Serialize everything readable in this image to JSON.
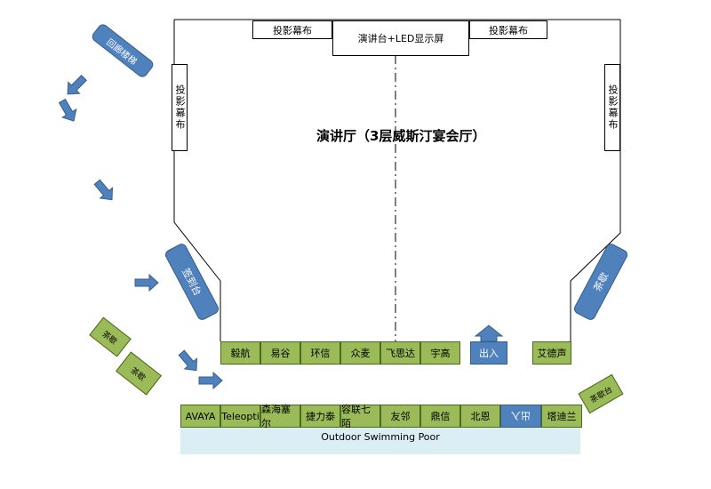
{
  "hall": {
    "title": "演讲厅（3层威斯汀宴会厅）",
    "stage": "演讲台+LED显示屏",
    "screen_top_left": "投影幕布",
    "screen_top_right": "投影幕布",
    "screen_left": "投影幕布",
    "screen_right": "投影幕布"
  },
  "desks": {
    "checkin": "签到台",
    "tea": "茶歇",
    "stairs": "回廊楼梯",
    "tea_left_1": "茶歇",
    "tea_left_2": "茶歇",
    "tea_right": "茶歇台"
  },
  "booths_row1": [
    "毅航",
    "易谷",
    "环信",
    "众麦",
    "飞思达",
    "宇高"
  ],
  "booths_row1_right": "艾德声",
  "entrance": "出入",
  "booths_row2": [
    "AVAYA",
    "Teleopti",
    "森海塞尔",
    "捷力泰",
    "容联七陌",
    "友邻",
    "鼎信",
    "北恩"
  ],
  "entrance2": "出入",
  "booths_row2_right": "塔迪兰",
  "pool": "Outdoor Swimming Poor",
  "colors": {
    "booth": "#9bbb59",
    "arrow": "#4f81bd",
    "pool": "#dbeef4"
  }
}
